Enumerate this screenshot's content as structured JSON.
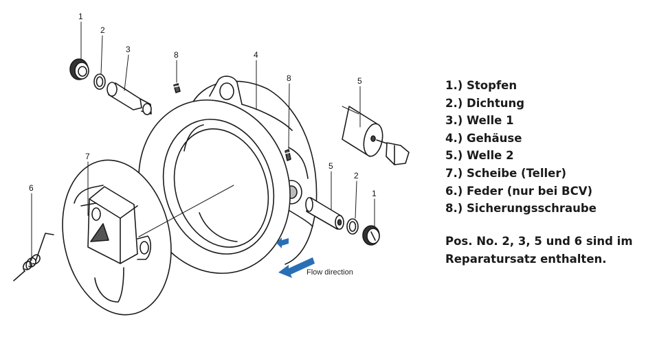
{
  "diagram": {
    "callouts": [
      {
        "id": "c1a",
        "text": "1"
      },
      {
        "id": "c2a",
        "text": "2"
      },
      {
        "id": "c3",
        "text": "3"
      },
      {
        "id": "c8a",
        "text": "8"
      },
      {
        "id": "c4",
        "text": "4"
      },
      {
        "id": "c8b",
        "text": "8"
      },
      {
        "id": "c5a",
        "text": "5"
      },
      {
        "id": "c7",
        "text": "7"
      },
      {
        "id": "c6",
        "text": "6"
      },
      {
        "id": "c5b",
        "text": "5"
      },
      {
        "id": "c2b",
        "text": "2"
      },
      {
        "id": "c1b",
        "text": "1"
      }
    ],
    "flow_label": "Flow direction",
    "colors": {
      "line": "#1a1a1a",
      "arrow": "#2a6fb5",
      "shade": "#d8d8d8"
    }
  },
  "legend": {
    "items": [
      "1.) Stopfen",
      "2.) Dichtung",
      "3.) Welle 1",
      "4.) Gehäuse",
      "5.) Welle 2",
      "7.) Scheibe (Teller)",
      "6.) Feder (nur bei BCV)",
      "8.) Sicherungsschraube"
    ],
    "note_lines": [
      "Pos. No. 2, 3, 5 und 6 sind im",
      "Reparatursatz enthalten."
    ]
  }
}
